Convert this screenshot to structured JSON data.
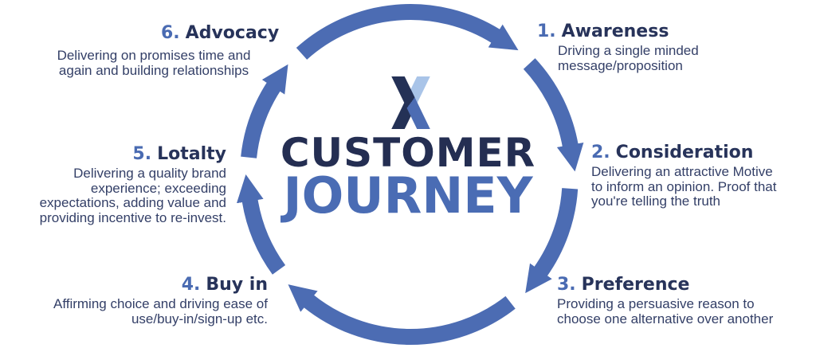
{
  "center": {
    "logo": "x-logo",
    "title_line1": "CUSTOMER",
    "title_line2": "JOURNEY"
  },
  "stages": [
    {
      "number": "1.",
      "title": "Awareness",
      "description": "Driving a single minded\nmessage/proposition"
    },
    {
      "number": "2.",
      "title": "Consideration",
      "description": "Delivering an attractive Motive\nto inform an opinion. Proof that\nyou're telling the truth"
    },
    {
      "number": "3.",
      "title": "Preference",
      "description": "Providing a persuasive reason to\nchoose one alternative over another"
    },
    {
      "number": "4.",
      "title": "Buy in",
      "description": "Affirming choice and driving ease of\nuse/buy-in/sign-up etc."
    },
    {
      "number": "5.",
      "title": "Lotalty",
      "description": "Delivering a quality brand\nexperience; exceeding\nexpectations, adding value and\nproviding incentive to re-invest."
    },
    {
      "number": "6.",
      "title": "Advocacy",
      "description": "Delivering on promises time and\nagain and building relationships"
    }
  ],
  "colors": {
    "arc_blue": "#4c6cb3",
    "number_blue": "#4a6bb2",
    "journey_blue": "#4a6cb4",
    "navy_title": "#242e52",
    "navy_heading": "#27335a",
    "navy_body": "#333f67",
    "logo_light_blue": "#a9c4e8"
  }
}
